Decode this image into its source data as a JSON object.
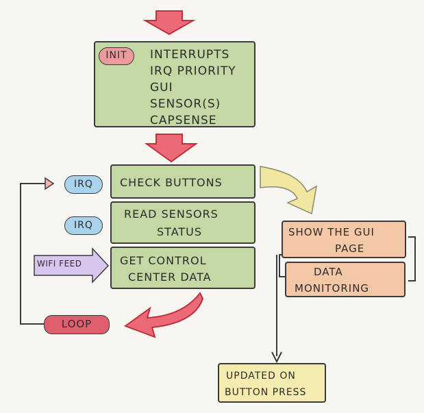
{
  "init": {
    "tag": "INIT",
    "lines": [
      "INTERRUPTS",
      "IRQ PRIORITY",
      "GUI",
      "SENSOR(S)",
      "CAPSENSE"
    ]
  },
  "loop_steps": [
    {
      "label": "CHECK BUTTONS",
      "tag": "IRQ"
    },
    {
      "label_line1": "READ SENSORS",
      "label_line2": "STATUS",
      "tag": "IRQ"
    },
    {
      "label_line1": "GET CONTROL",
      "label_line2": "CENTER DATA",
      "feed": "WIFI FEED"
    }
  ],
  "loop_label": "LOOP",
  "gui": {
    "show_line1": "SHOW THE GUI",
    "show_line2": "PAGE",
    "data_line1": "DATA",
    "data_line2": "MONITORING"
  },
  "updated": {
    "line1": "UPDATED ON",
    "line2": "BUTTON PRESS"
  },
  "colors": {
    "green": "#c3d8a3",
    "orange": "#f4c7a6",
    "yellow": "#f3ebb0",
    "red_arrow": "#ec6a78",
    "blue": "#a9d3ec",
    "purple": "#d9c6f0"
  }
}
